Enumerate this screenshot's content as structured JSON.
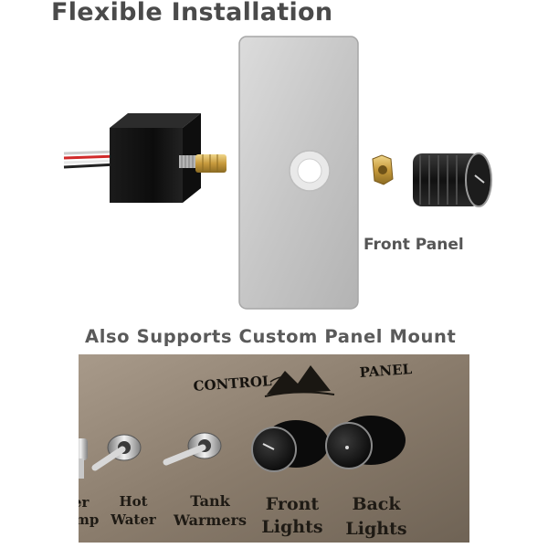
{
  "heading": "Flexible Installation",
  "front_panel_label": "Front Panel",
  "subheading": "Also Supports Custom Panel Mount",
  "photo_panel": {
    "sign_left": "CONTROL",
    "sign_right": "PANEL",
    "controls": [
      {
        "line1": "er",
        "line2": "mp"
      },
      {
        "line1": "Hot",
        "line2": "Water"
      },
      {
        "line1": "Tank",
        "line2": "Warmers"
      },
      {
        "line1": "Front",
        "line2": "Lights"
      },
      {
        "line1": "Back",
        "line2": "Lights"
      }
    ]
  },
  "colors": {
    "text_gray": "#4a4a4a",
    "plate_silver": "#c9c9c9",
    "brass": "#c9a24a",
    "knob_black": "#1a1a1a",
    "panel_bronze": "#8d8072"
  }
}
